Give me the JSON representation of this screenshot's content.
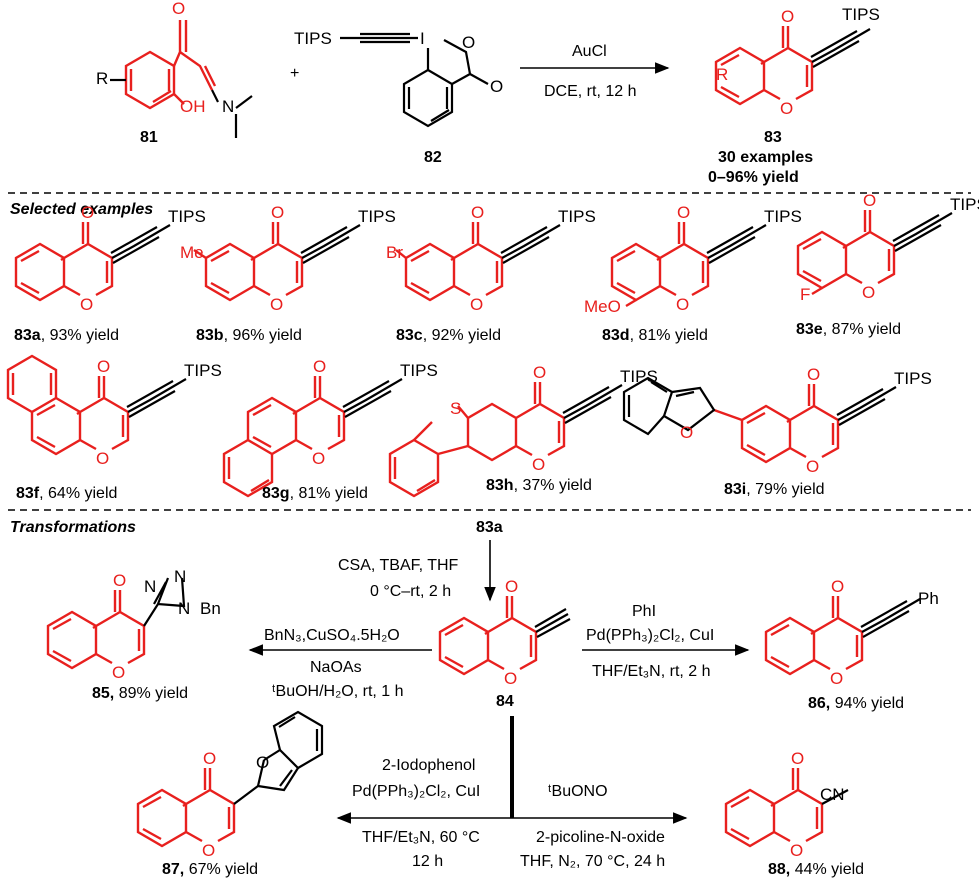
{
  "top": {
    "reagent_ligand": "TIPS",
    "plus": "+",
    "sm1_label": "81",
    "sm2_label": "82",
    "arrow_top": "AuCl",
    "arrow_bottom": "DCE, rt, 12 h",
    "product_label": "83",
    "examples": "30 examples",
    "yield_range": "0–96% yield",
    "R": "R",
    "OH": "OH",
    "N": "N",
    "I": "I",
    "O": "O"
  },
  "selected": {
    "heading": "Selected examples",
    "items": [
      {
        "id": "83a",
        "yield": ", 93% yield"
      },
      {
        "id": "83b",
        "yield": ", 96% yield",
        "sub": "Me"
      },
      {
        "id": "83c",
        "yield": ", 92% yield",
        "sub": "Br"
      },
      {
        "id": "83d",
        "yield": ", 81% yield",
        "sub": "MeO"
      },
      {
        "id": "83e",
        "yield": ", 87% yield",
        "sub": "F"
      },
      {
        "id": "83f",
        "yield": ", 64% yield"
      },
      {
        "id": "83g",
        "yield": ", 81% yield"
      },
      {
        "id": "83h",
        "yield": ", 37% yield",
        "sub": "S"
      },
      {
        "id": "83i",
        "yield": ", 79% yield"
      }
    ]
  },
  "transformations": {
    "heading": "Transformations",
    "start": "83a",
    "step1": [
      "CSA, TBAF, THF",
      "0 °C–rt, 2 h"
    ],
    "center_label": "84",
    "to85": {
      "top": "BnN₃,CuSO₄.5H₂O",
      "mid": "NaOAs",
      "bottom": "ᵗBuOH/H₂O, rt, 1 h",
      "label": "85,",
      "yield": " 89% yield",
      "bn": "Bn",
      "n1": "N",
      "n2": "N",
      "n3": "N"
    },
    "to86": {
      "top": "PhI",
      "mid": "Pd(PPh₃)₂Cl₂, CuI",
      "bottom": "THF/Et₃N, rt, 2 h",
      "label": "86,",
      "yield": " 94% yield",
      "ph": "Ph"
    },
    "to87": {
      "l1": "2-Iodophenol",
      "l2": "Pd(PPh₃)₂Cl₂, CuI",
      "l3": "THF/Et₃N, 60 °C",
      "l4": "12 h",
      "label": "87,",
      "yield": " 67% yield"
    },
    "to88": {
      "l1": "ᵗBuONO",
      "l2": "2-picoline-N-oxide",
      "l3": "THF, N₂, 70 °C, 24 h",
      "label": "88,",
      "yield": " 44% yield",
      "cn": "CN"
    }
  }
}
